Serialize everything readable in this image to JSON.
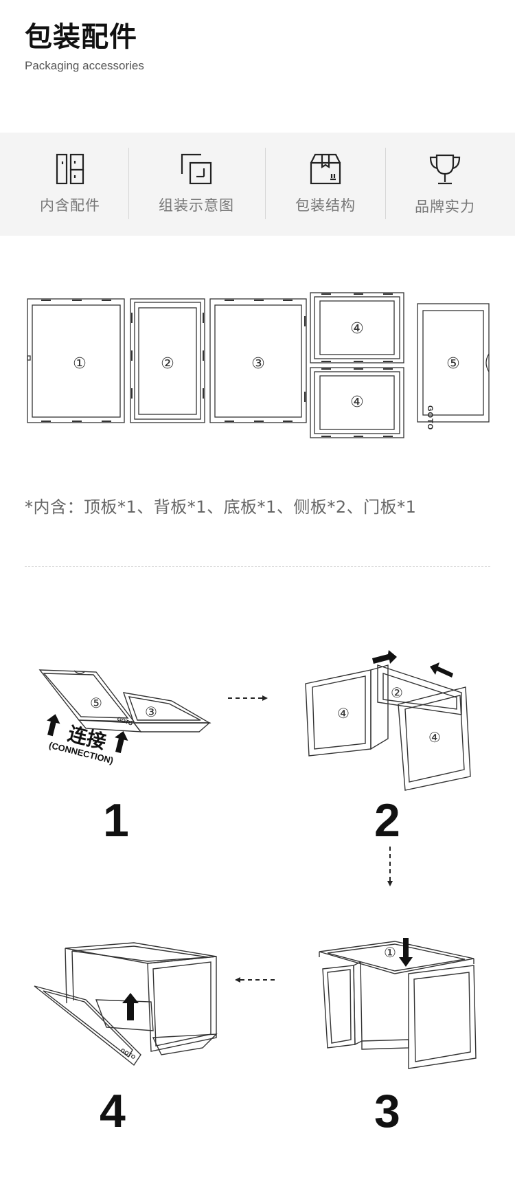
{
  "header": {
    "title": "包装配件",
    "subtitle": "Packaging accessories"
  },
  "nav": {
    "items": [
      {
        "label": "内含配件",
        "icon": "panels-icon"
      },
      {
        "label": "组装示意图",
        "icon": "assembly-icon"
      },
      {
        "label": "包装结构",
        "icon": "box-icon"
      },
      {
        "label": "品牌实力",
        "icon": "trophy-icon"
      }
    ]
  },
  "panels": {
    "labels": [
      "①",
      "②",
      "③",
      "④",
      "④",
      "⑤"
    ],
    "brand": "GOTO"
  },
  "contents": {
    "prefix": "*内含：",
    "items": [
      "顶板*1",
      "背板*1",
      "底板*1",
      "侧板*2",
      "门板*1"
    ],
    "separator": "、"
  },
  "steps": [
    {
      "number": "1",
      "labels": [
        "⑤",
        "③"
      ],
      "note_cn": "连接",
      "note_en": "(CONNECTION)",
      "brand": "GOTO"
    },
    {
      "number": "2",
      "labels": [
        "④",
        "②",
        "④"
      ]
    },
    {
      "number": "3",
      "labels": [
        "①"
      ]
    },
    {
      "number": "4",
      "labels": [],
      "brand": "GOTO"
    }
  ],
  "colors": {
    "navbar_bg": "#f4f4f4",
    "icon_stroke": "#222222",
    "label_gray": "#777777"
  }
}
